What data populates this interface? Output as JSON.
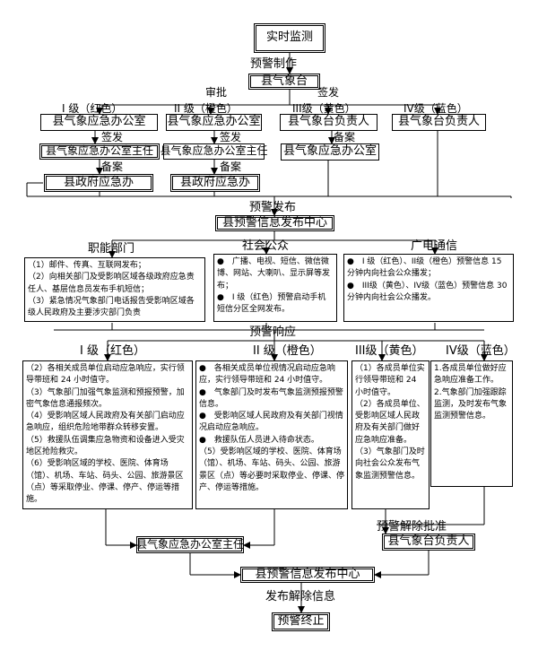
{
  "top": {
    "start": "实时监测",
    "make_label": "预警制作",
    "bureau": "县气象台",
    "approve_label": "审批",
    "sign_label": "签发"
  },
  "levels": {
    "l1": "I 级（红色）",
    "l2": "II 级（橙色）",
    "l3": "III级（黄色）",
    "l4": "IV级（蓝色）"
  },
  "approval": {
    "red_office": "县气象应急办公室",
    "red_sign": "签发",
    "red_director": "县气象应急办公室主任",
    "red_record": "备案",
    "red_gov": "县政府应急办",
    "orange_office": "县气象应急办公室",
    "orange_sign": "签发",
    "orange_director": "县气象应急办公室主任",
    "orange_record": "备案",
    "orange_gov": "县政府应急办",
    "yellow_head": "县气象台负责人",
    "yellow_record": "备案",
    "yellow_office": "县气象应急办公室",
    "blue_head": "县气象台负责人"
  },
  "publish": {
    "label": "预警发布",
    "center": "县预警信息发布中心"
  },
  "channels": {
    "dept_title": "职能部门",
    "dept_lines": [
      "（1）邮件、传真、互联网发布；",
      "（2）向相关部门及受影响区域各级政府应急责任人、基层信息员发布手机短信；",
      "（3）紧急情况气象部门电话报告受影响区域各级人民政府及主要涉灾部门负责"
    ],
    "public_title": "社会公众",
    "public_lines": [
      "●　广播、电视、短信、微信微博、网站、大喇叭、显示屏等发布；",
      "●　I 级（红色）预警启动手机短信分区全网发布。"
    ],
    "media_title": "广电通信",
    "media_lines": [
      "●　I 级（红色）、II级（橙色）预警信息 15 分钟内向社会公众播发；",
      "●　III级（黄色）、IV级（蓝色）预警信息 30 分钟内向社会公众播发。"
    ]
  },
  "response": {
    "label": "预警响应",
    "l1": "I 级（红色）",
    "l2": "II 级（橙色）",
    "l3": "III级（黄色）",
    "l4": "IV级（蓝色）",
    "red_lines": [
      "（2）各相关成员单位启动应急响应，实行领导带班和 24 小时值守。",
      "（3）气象部门加强气象监测和预报预警，加密气象信息通报频次。",
      "（4）受影响区域人民政府及有关部门启动应急响应，组织危险地带群众转移安置。",
      "（5）救援队伍调集应急物资和设备进入受灾地区抢险救灾。",
      "（6）受影响区域的学校、医院、体育场（馆）、机场、车站、码头、公园、旅游景区（点）等采取停业、停课、停产、停运等措施。"
    ],
    "orange_lines": [
      "●　各相关成员单位视情况启动应急响应，实行领导带班和 24 小时值守。",
      "●　气象部门及时发布气象监测预报预警信息。",
      "●　受影响区域人民政府及有关部门视情况启动应急响应。",
      "●　救援队伍人员进入待命状态。",
      "（5）受影响区域的学校、医院、体育场（馆）、机场、车站、码头、公园、旅游景区（点）等必要时采取停业、停课、停产、停运等措施。"
    ],
    "yellow_lines": [
      "（1）各成员单位实行领导带班和 24 小时值守。",
      "（2）各成员单位、受影响区域人民政府及有关部门做好应急响应准备。",
      "（3）气象部门及时向社会公众发布气象监测预警信息。"
    ],
    "blue_lines": [
      "1.各成员单位做好应急响应准备工作。",
      "2.气象部门加强跟踪监测，及时发布气象监测预警信息。"
    ]
  },
  "end": {
    "director": "县气象应急办公室主任",
    "lift_label": "预警解除批准",
    "bureau_head": "县气象台负责人",
    "center": "县预警信息发布中心",
    "release_label": "发布解除信息",
    "finish": "预警终止"
  }
}
